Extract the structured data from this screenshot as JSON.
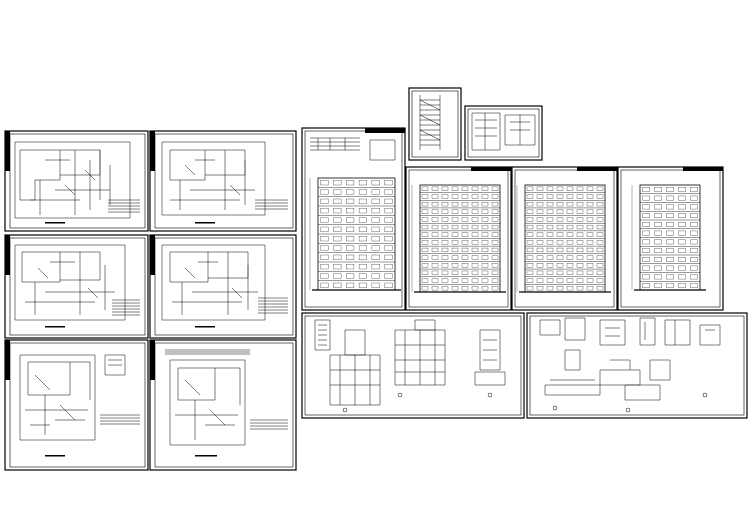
{
  "drawing_set": {
    "floor_plans": [
      {
        "id": "plan-1",
        "caption": ""
      },
      {
        "id": "plan-2",
        "caption": ""
      },
      {
        "id": "plan-3",
        "caption": ""
      },
      {
        "id": "plan-4",
        "caption": ""
      },
      {
        "id": "plan-5",
        "caption": ""
      },
      {
        "id": "plan-6",
        "caption": ""
      }
    ],
    "elevations": [
      {
        "id": "elevation-1",
        "floors": 12
      },
      {
        "id": "elevation-2",
        "floors": 14
      },
      {
        "id": "elevation-3",
        "floors": 14
      },
      {
        "id": "elevation-4",
        "floors": 12
      }
    ],
    "detail_sheets": [
      {
        "id": "stair-detail"
      },
      {
        "id": "section-detail"
      },
      {
        "id": "node-details-1"
      },
      {
        "id": "node-details-2"
      }
    ]
  }
}
